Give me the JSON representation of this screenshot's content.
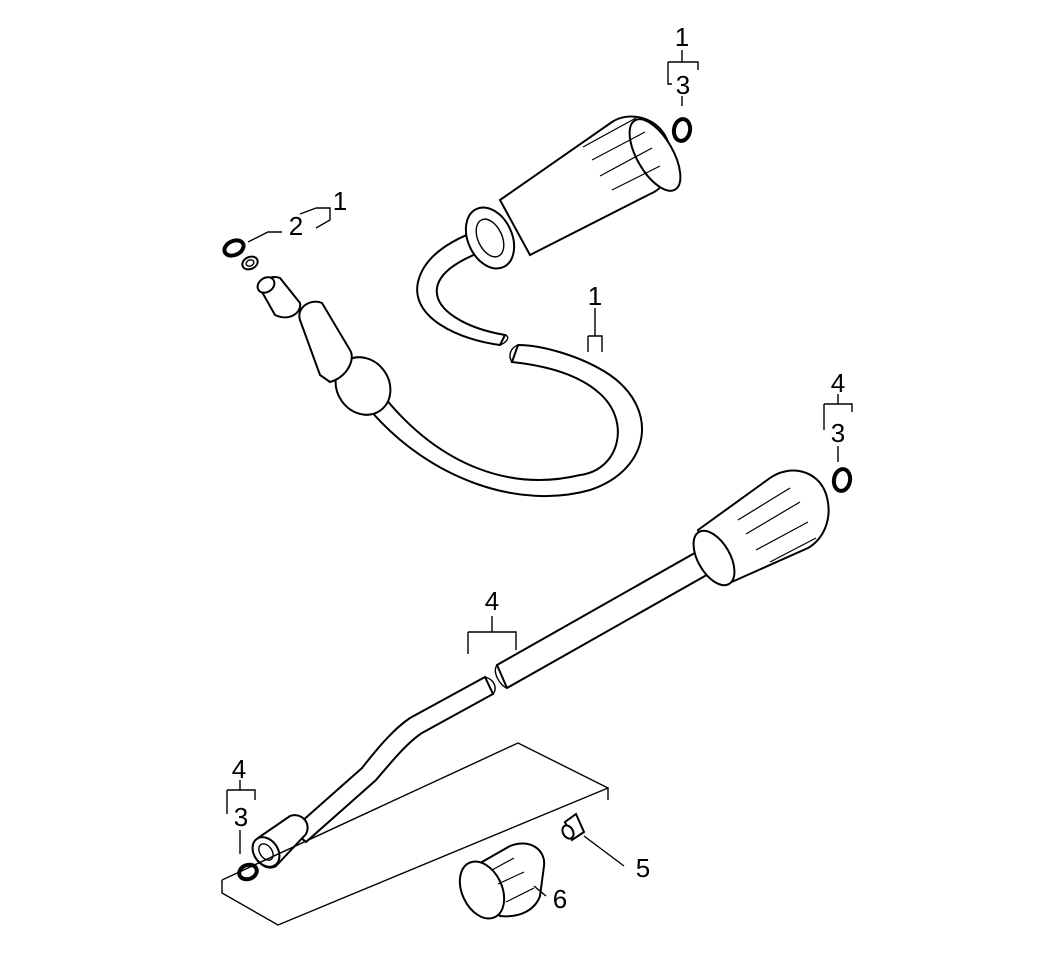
{
  "callouts": {
    "grip_hose_part": "1",
    "grip_oring_group": "3",
    "coupling_group_outer": "1",
    "coupling_group_inner": "2",
    "hose_break": "1",
    "lance_right_group_outer": "4",
    "lance_right_group_inner": "3",
    "lance_break": "4",
    "lance_left_group_outer": "4",
    "lance_left_group_inner": "3",
    "nozzle": "5",
    "nozzle_cap": "6"
  }
}
